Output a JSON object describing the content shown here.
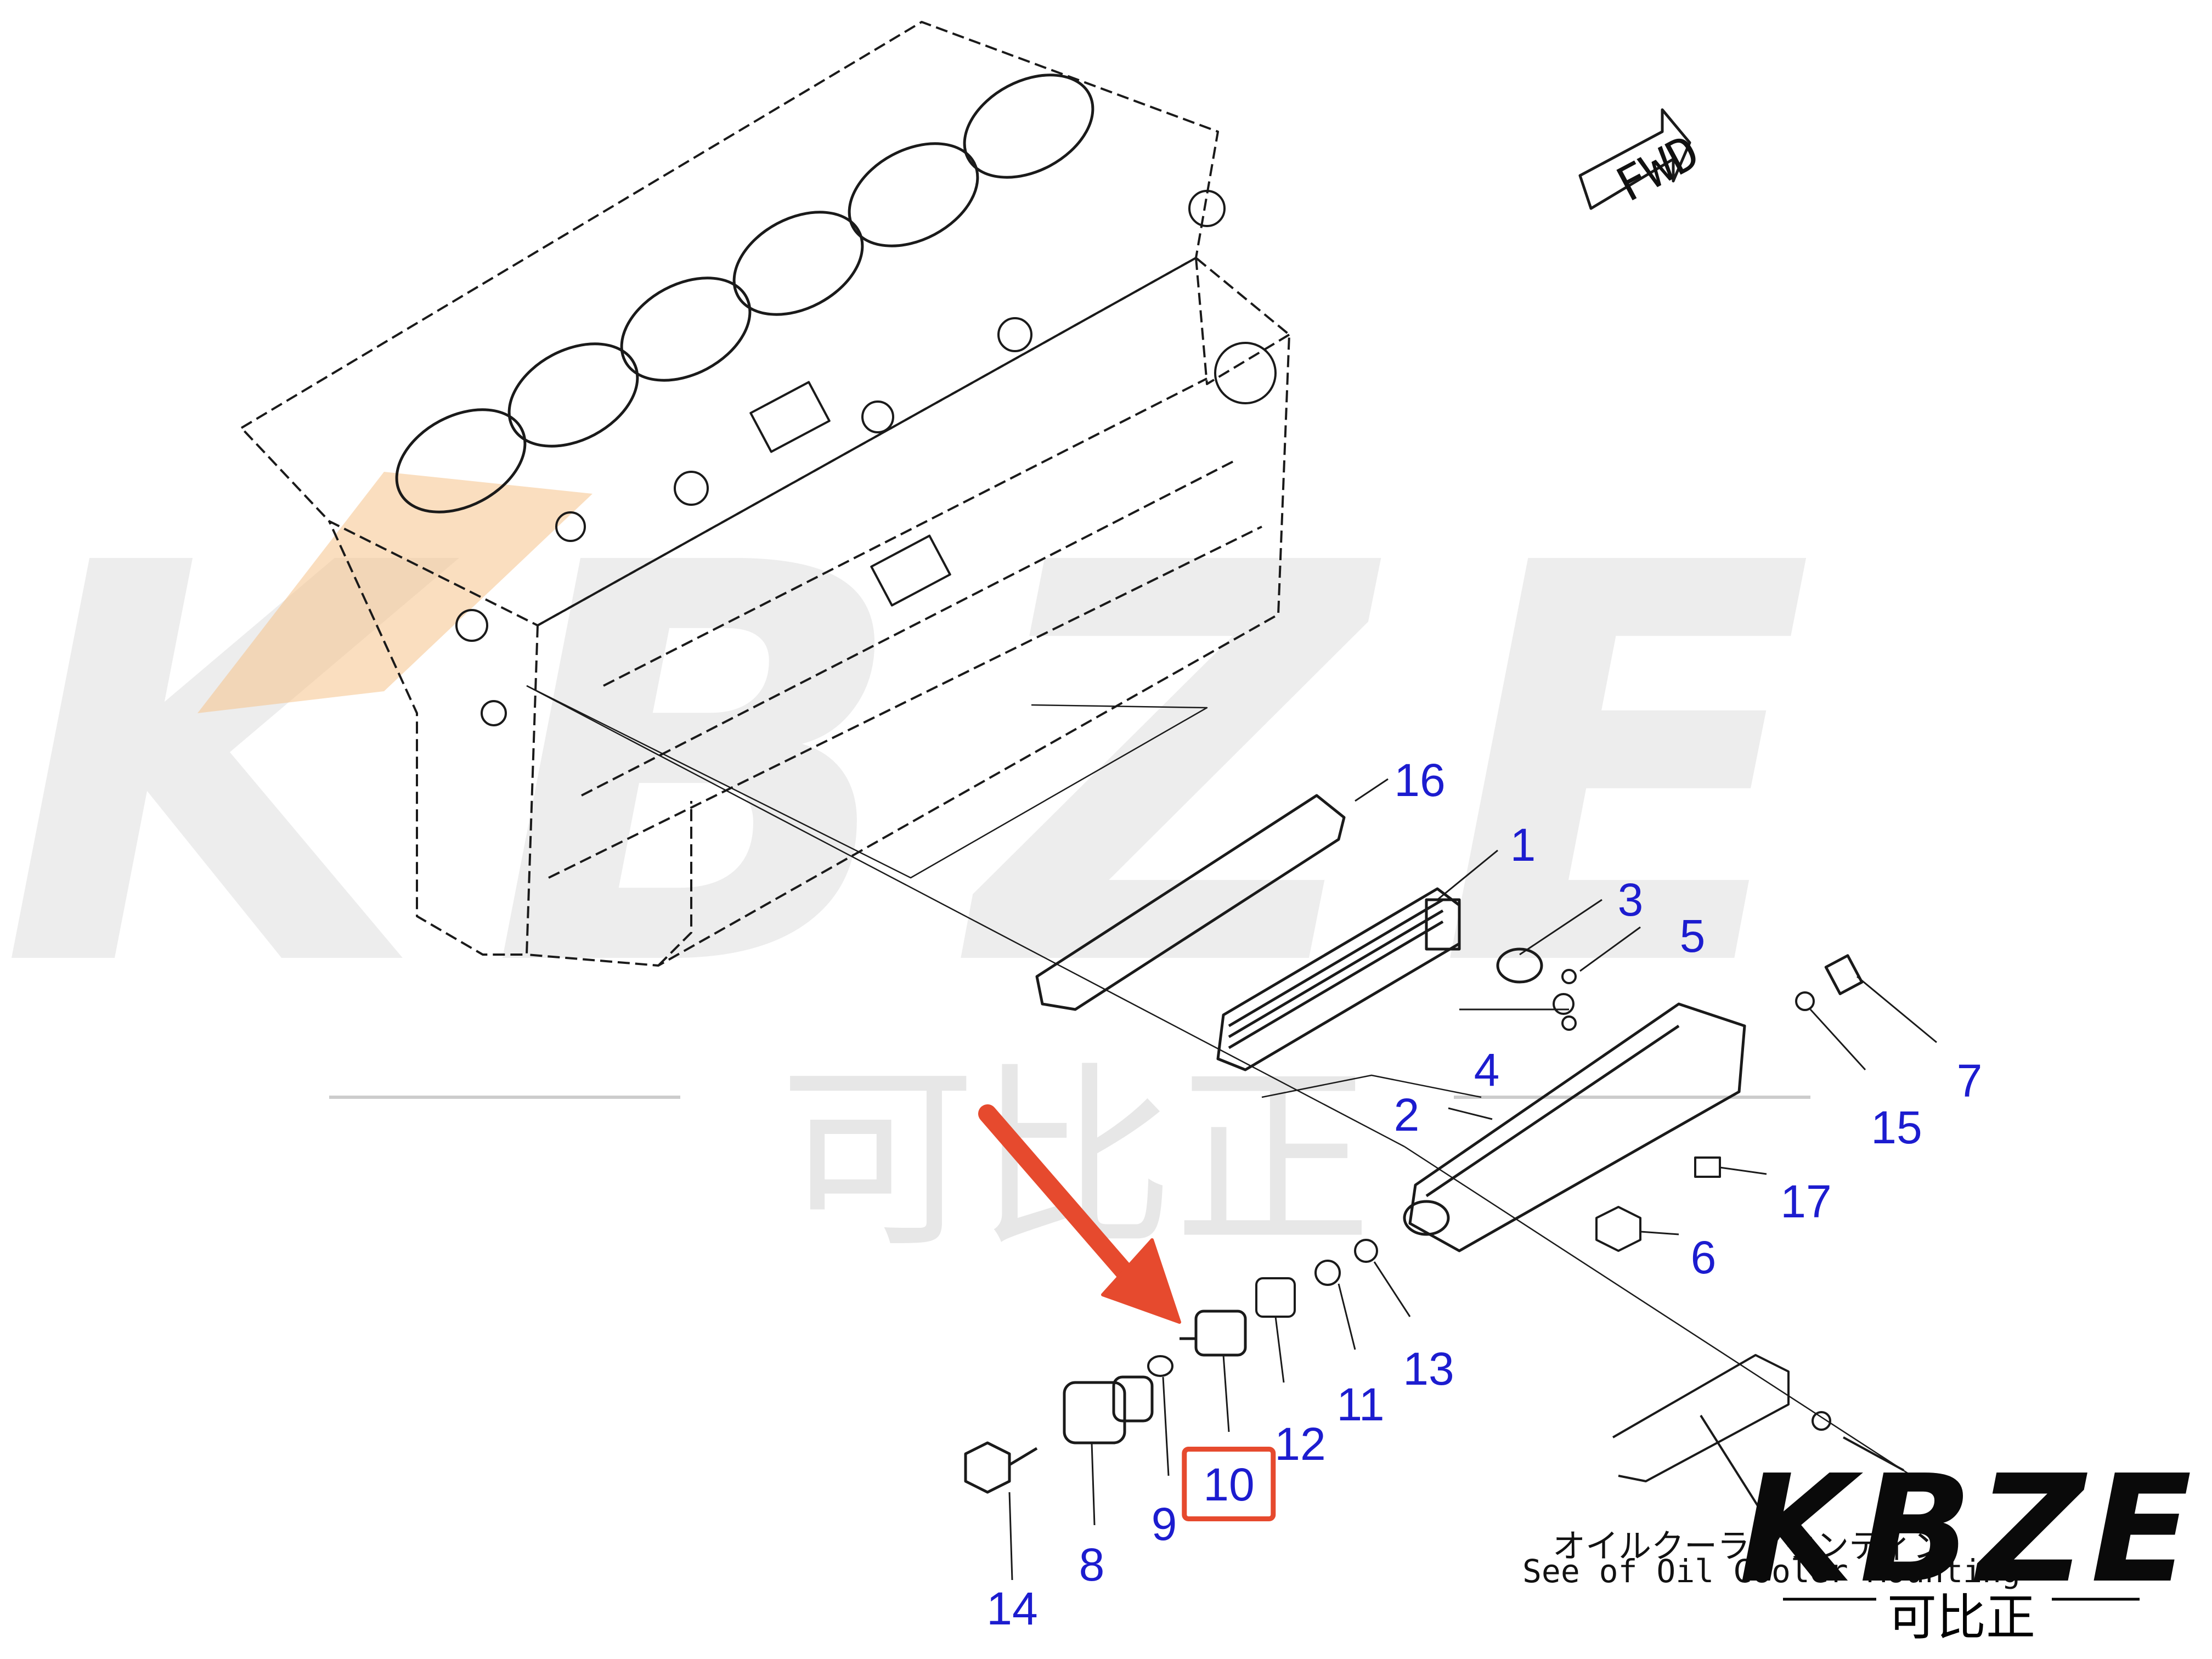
{
  "diagram": {
    "callouts": [
      {
        "id": "16",
        "label": "16"
      },
      {
        "id": "1",
        "label": "1"
      },
      {
        "id": "3",
        "label": "3"
      },
      {
        "id": "5",
        "label": "5"
      },
      {
        "id": "4",
        "label": "4"
      },
      {
        "id": "2",
        "label": "2"
      },
      {
        "id": "7",
        "label": "7"
      },
      {
        "id": "15",
        "label": "15"
      },
      {
        "id": "17",
        "label": "17"
      },
      {
        "id": "6",
        "label": "6"
      },
      {
        "id": "13",
        "label": "13"
      },
      {
        "id": "11",
        "label": "11"
      },
      {
        "id": "12",
        "label": "12"
      },
      {
        "id": "10",
        "label": "10",
        "highlighted": true
      },
      {
        "id": "9",
        "label": "9"
      },
      {
        "id": "8",
        "label": "8"
      },
      {
        "id": "14",
        "label": "14"
      }
    ],
    "fwd_label": "FWD",
    "note_jp": "オイルクーラマウンティン",
    "note_en": "See of Oil Cooler Mounting",
    "colors": {
      "callout_text": "#1c1ccf",
      "highlight": "#e64a2e",
      "line_art": "#1a1a1a",
      "watermark": "#d9d9d9",
      "watermark_accent": "#f5c28a"
    }
  },
  "watermark": {
    "logo_text": "KBZE",
    "logo_cn": "可比正"
  },
  "brand": {
    "logo_text": "KBZE",
    "logo_cn": "可比正"
  }
}
